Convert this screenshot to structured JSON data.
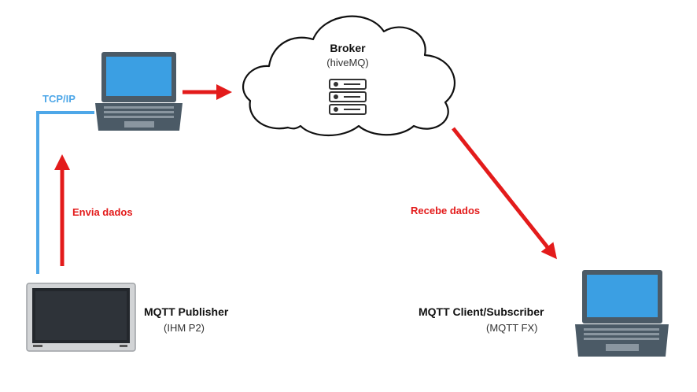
{
  "broker": {
    "title": "Broker",
    "subtitle": "(hiveMQ)"
  },
  "connection": {
    "label": "TCP/IP"
  },
  "publisher": {
    "title": "MQTT Publisher",
    "subtitle": "(IHM P2)",
    "send_label": "Envia dados"
  },
  "subscriber": {
    "title": "MQTT Client/Subscriber",
    "subtitle": "(MQTT FX)",
    "receive_label": "Recebe dados"
  },
  "colors": {
    "arrow": "#e31b1b",
    "link": "#4ea7e8",
    "screen": "#3b9fe3",
    "laptop_body": "#4b5a66",
    "laptop_key": "#8a96a0",
    "text": "#111111"
  }
}
